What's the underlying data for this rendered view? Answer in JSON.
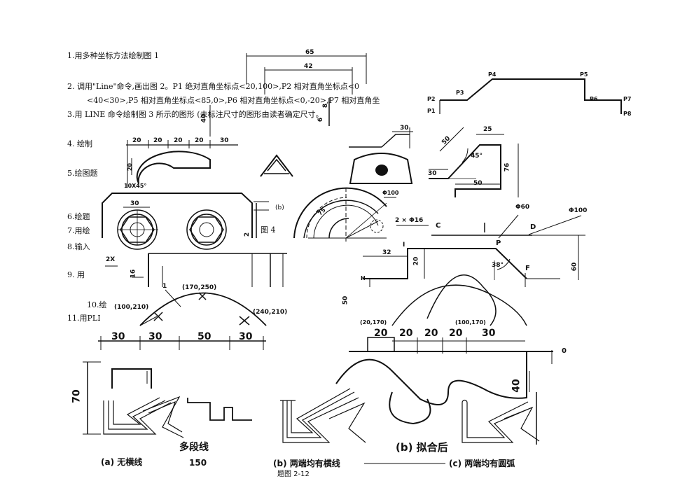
{
  "text_lines": {
    "l1": "1.用多种坐标方法绘制图 1",
    "l2": "2. 调用\"Line\"命令,画出图 2。P1 绝对直角坐标点<20,100>,P2 相对直角坐标点<0",
    "l2b": "<40<30>,P5 相对直角坐标点<85,0>,P6 相对直角坐标点<0,-20>,P7 相对直角坐",
    "l3": "3.用 LINE 命令绘制图 3 所示的图形 (未标注尺寸的图形由读者确定尺寸。",
    "l4": "4. 绘制",
    "l5": "5.绘图题",
    "l6": "6.绘题",
    "l7": "7.用绘",
    "l8": "8.输入",
    "l9": "9. 用",
    "l10": "10.绘",
    "l11": "11.用PLI",
    "fig4": "图 4"
  },
  "fig2": {
    "points": [
      "P1",
      "P2",
      "P3",
      "P4",
      "P5",
      "P6",
      "P7",
      "P8"
    ]
  },
  "dims_top": {
    "d65": "65",
    "d42": "42",
    "d40": "40",
    "d8": "8",
    "d30": "30",
    "d6": "6"
  },
  "fig_a": {
    "dims": [
      "20",
      "20",
      "20",
      "20",
      "30"
    ],
    "side": "20",
    "chamfer": "10X45°"
  },
  "fig_mid": {
    "d30": "30",
    "d2": "2",
    "label_b": "(b)",
    "d16": "16",
    "two_x": "2X"
  },
  "fig_angle": {
    "d25": "25",
    "d50": "50",
    "d45": "45°",
    "d76": "76",
    "d30": "30",
    "d50b": "50"
  },
  "fig_circle": {
    "phi100": "Φ100",
    "r75": "75"
  },
  "fig_points": {
    "two_phi16": "2 × Φ16",
    "phi60": "Φ60",
    "phi100": "Φ100",
    "C": "C",
    "D": "D",
    "I": "I",
    "P": "P",
    "H": "H",
    "F": "F",
    "d32": "32",
    "d20": "20",
    "d38": "38°",
    "d60": "60",
    "d50": "50"
  },
  "fig_arc": {
    "p1": "(170,250)",
    "p2": "(100,210)",
    "p3": "(240,210)",
    "one": "1",
    "p4": "(20,170)",
    "p5": "(100,170)"
  },
  "fig_bottom": {
    "dims_left": [
      "30",
      "30",
      "50",
      "30"
    ],
    "height": "70",
    "dims_right": [
      "20",
      "20",
      "20",
      "20",
      "30"
    ],
    "right_side": "40",
    "d0": "0",
    "cap_a": "(a)  无横线",
    "cap_b": "(b)  两端均有横线",
    "cap_c": "(c)  两端均有圆弧",
    "cap_duan": "多段线",
    "cap_fit": "(b)  拟合后",
    "d150": "150",
    "footer": "题图 2-12"
  }
}
